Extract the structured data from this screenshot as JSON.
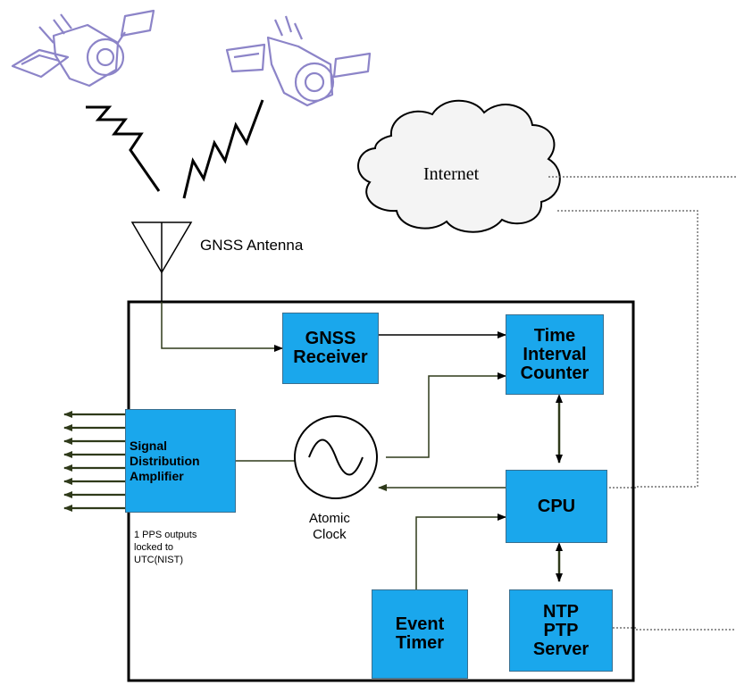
{
  "labels": {
    "gnss_antenna": "GNSS Antenna",
    "internet": "Internet",
    "gnss_receiver": "GNSS\nReceiver",
    "time_interval_counter": "Time\nInterval\nCounter",
    "signal_distribution_amplifier": "Signal\nDistribution\nAmplifier",
    "atomic_clock": "Atomic\nClock",
    "cpu": "CPU",
    "event_timer": "Event\nTimer",
    "ntp_ptp_server": "NTP\nPTP\nServer",
    "pps_note": "1 PPS outputs\nlocked to\nUTC(NIST)"
  },
  "colors": {
    "block_fill": "#1aa7ec",
    "line": "#3b3b24",
    "satellite": "#8c84c8",
    "main_box": "#000000"
  },
  "icons": {
    "satellite": "satellite-icon",
    "antenna": "antenna-icon",
    "cloud": "cloud-icon",
    "clock": "sine-wave-icon"
  }
}
